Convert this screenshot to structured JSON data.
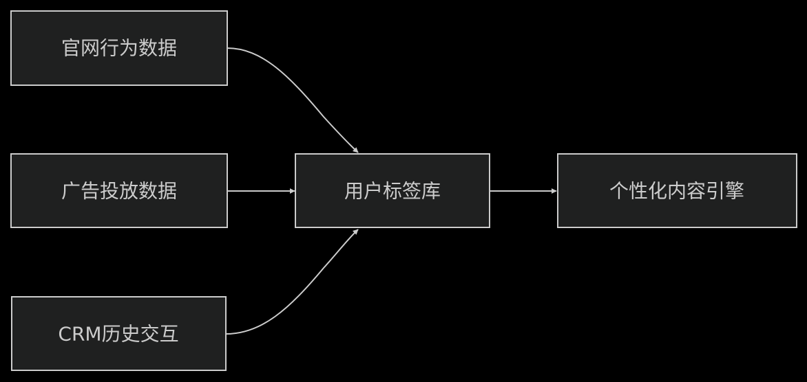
{
  "diagram": {
    "type": "flowchart",
    "direction": "left-to-right",
    "colors": {
      "background": "#000000",
      "node_fill": "#1f2020",
      "node_stroke": "#cccccc",
      "text": "#cccccc",
      "edge": "#cccccc"
    },
    "nodes": [
      {
        "id": "web",
        "label": "官网行为数据"
      },
      {
        "id": "ads",
        "label": "广告投放数据"
      },
      {
        "id": "crm",
        "label": "CRM历史交互"
      },
      {
        "id": "tags",
        "label": "用户标签库"
      },
      {
        "id": "engine",
        "label": "个性化内容引擎"
      }
    ],
    "edges": [
      {
        "from": "web",
        "to": "tags"
      },
      {
        "from": "ads",
        "to": "tags"
      },
      {
        "from": "crm",
        "to": "tags"
      },
      {
        "from": "tags",
        "to": "engine"
      }
    ]
  }
}
